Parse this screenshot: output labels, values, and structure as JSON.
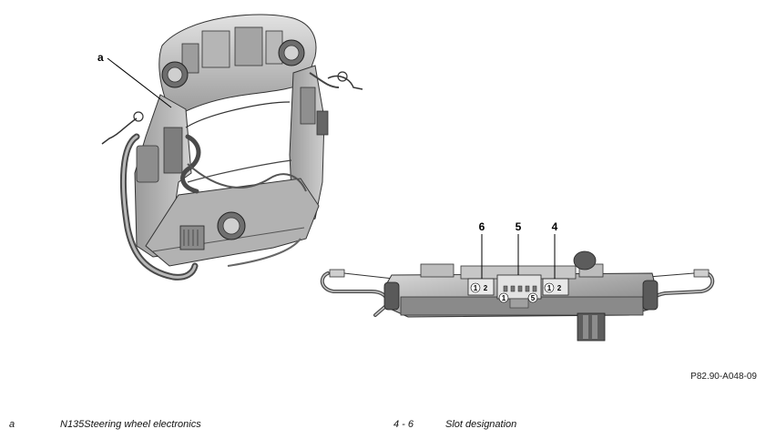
{
  "illustration": {
    "callout_a": "a",
    "callout_6": "6",
    "callout_5": "5",
    "callout_4": "4",
    "pins": {
      "slot6_left": "1",
      "slot6_right": "2",
      "slot5_left": "1",
      "slot5_right": "5",
      "slot4_left": "1",
      "slot4_right": "2"
    }
  },
  "figure_code": "P82.90-A048-09",
  "legend": [
    {
      "key": "a",
      "text": "N135Steering wheel electronics"
    },
    {
      "key": "4 - 6",
      "text": "Slot designation"
    }
  ]
}
